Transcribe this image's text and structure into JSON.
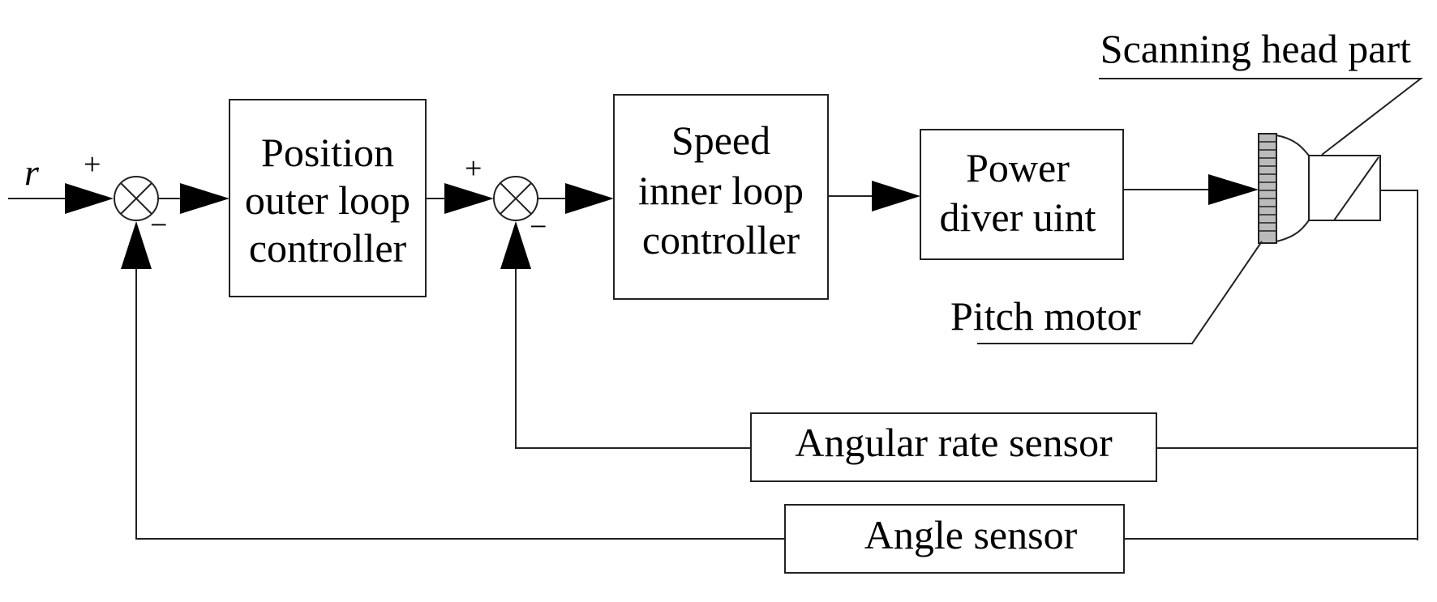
{
  "signals": {
    "reference": "r"
  },
  "summing_junctions": [
    {
      "plus": "+",
      "minus": "−"
    },
    {
      "plus": "+",
      "minus": "−"
    }
  ],
  "blocks": {
    "position_controller": {
      "lines": [
        "Position",
        "outer loop",
        "controller"
      ]
    },
    "speed_controller": {
      "lines": [
        "Speed",
        "inner loop",
        "controller"
      ]
    },
    "power_driver": {
      "lines": [
        "Power",
        "diver uint"
      ]
    },
    "angular_rate_sensor": {
      "label": "Angular rate sensor"
    },
    "angle_sensor": {
      "label": "Angle sensor"
    }
  },
  "callouts": {
    "scanning_head": "Scanning head part",
    "pitch_motor": "Pitch motor"
  }
}
